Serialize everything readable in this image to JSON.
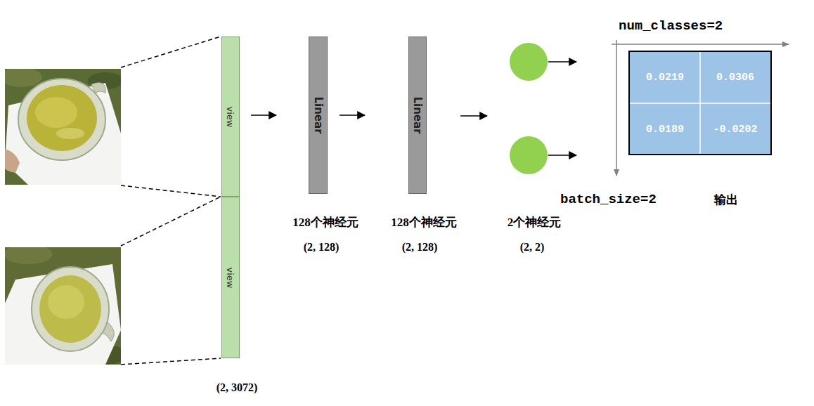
{
  "diagram": {
    "nodes": [
      {
        "text": [
          "view"
        ]
      },
      {
        "text": [
          "view"
        ]
      },
      {
        "text": [
          "Linear"
        ]
      },
      {
        "text": [
          "Linear"
        ]
      }
    ],
    "edges": [
      {
        "from": 0,
        "to": 2,
        "arrow": "to"
      },
      {
        "from": 2,
        "to": 3,
        "arrow": "to"
      }
    ],
    "labels": [
      "(2, 3072)",
      "128个神经元",
      "(2, 128)",
      "128个神经元",
      "(2, 128)",
      "2个神经元",
      "(2, 2)",
      "num_classes=2",
      "0.0219",
      "0.0306",
      "0.0189",
      "-0.0202",
      "batch_size=2",
      "输出"
    ]
  }
}
